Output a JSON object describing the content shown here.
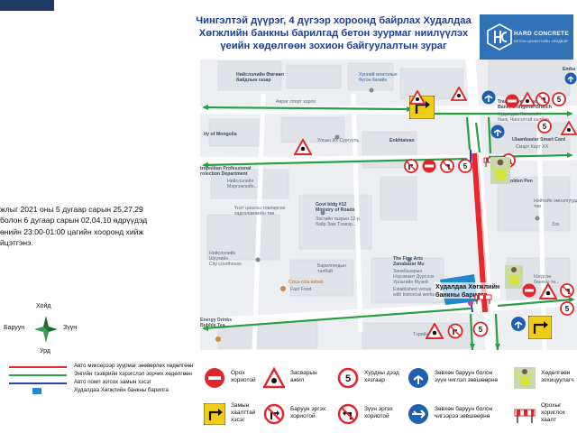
{
  "header": {
    "line1": "Чингэлтэй дүүрэг, 4 дүгээр хороонд байрлах Худалдаа",
    "line2": "Хөгжлийн банкны барилгад бетон зуурмаг ниилүүлэх",
    "line3": "үеийн хөдөлгөөн зохион байгуулалтын зураг"
  },
  "logo": {
    "name": "HARD CONCRETE",
    "tagline": "БЕТОН ЦЕМЕНТИЙН ҮЙЛДВЭР"
  },
  "info": {
    "lines": [
      "жлыг 2021 оны 5 дугаар сарын 25,27,29",
      "болон 6 дугаар сарын 02,04,10 өдрүүдэд",
      "өнийн 23:00-01:00 цагийн хооронд хийж",
      "йцэтгэнэ."
    ]
  },
  "map": {
    "labels": {
      "neislel_bair": "Нийслэлийн Өмгөөл\nбайдлын газар",
      "avrazh": "Авраг спорт хороо",
      "khunnu": "Хүнний монголын\nбүтэн багийн",
      "trade_dev": "Trade Development\nBank, Chingeltei Branch",
      "trade_dev_mn": "Худалдаа Хөгжлийн\nбанк, Чингэлтэй салбар",
      "embassy": "Emba",
      "univ_mongolia": "ity of Mongolia",
      "univ_mn": "Улсын Их Сургууль",
      "enkhtaivan": "Enkhtaivan",
      "ub_smart": "Ulaanbaatar Smart Card",
      "ub_smart_mn": "Смарт Карт ХХ",
      "metro_prof": "tropolitan Professional\nrotection Department",
      "metro_prof_mn": "Нийслэлийн\nМэргэжлийн...",
      "golden_pen": "Golden Pen",
      "tsaasny": "Үнэт цаасны төвлөрсөн\nхадгаламжийн төв",
      "govt12": "Govt bldg #12\nMinistry of Roads",
      "govt12_mn": "Засгийн газрын 12-р\nбайр Зам Тээвэр...",
      "court": "Нийслэлийн\nШүүхийн\nCity courthouse",
      "coca": "Coca-cola kebab",
      "fastfood": "Fast Food",
      "baril_talbai": "Барилгачдын\nталбай",
      "fine_arts": "The Fine Arts\nZanabazar Mu",
      "fine_arts_mn": "Занабазарын\nНэрэмжит Дүрслэх\nУрлагийн Музей",
      "fine_arts_note": "Established venue\nwith historical works",
      "energy": "Energy Drinks\nBubble Tea",
      "tereg": "Тэрийн Банк",
      "negdsen": "Нэгдсэн\nбанкны тө...",
      "neighborhood": "Нийтийн эмнэлгүүдийн\nтөв",
      "zaaz": "Зээ"
    },
    "site_label": "Худалдаа Хөгжлийн\nбанкны барилга"
  },
  "compass": {
    "north": "Хойд",
    "west": "Баруун",
    "east": "Зүүн",
    "south": "Урд"
  },
  "legend": {
    "lines": [
      {
        "label": "Авто миксерээр зуурмаг зөөвөрлөх хөдөлгөөн",
        "color": "#e8262e"
      },
      {
        "label": "Энгийн тээврийн хэрэгслэл зорчих хөдөлгөөн",
        "color": "#27a043"
      },
      {
        "label": "Авто помп зогсох замын хэсэг",
        "color": "#2b3fa8"
      },
      {
        "label": "Худалдаа Хөгжлийн банкны барилга",
        "color": "#1e88d0"
      }
    ],
    "signs": [
      {
        "icon": "no-entry-icon",
        "label": "Орох\nхориотой"
      },
      {
        "icon": "roadworks-icon",
        "label": "Засварын\nажил"
      },
      {
        "icon": "speed-limit-icon",
        "label": "Хурдны дээд\nхязгаар",
        "value": "5"
      },
      {
        "icon": "keep-right-left-icon",
        "label": "Зөвхөн баруун болон\nзүүн чиглэл зөвшөөрнө"
      },
      {
        "icon": "traffic-officer-icon",
        "label": "Хөдөлгөөн\nзохицуулагч"
      },
      {
        "icon": "detour-icon",
        "label": "Замын\nхаалттай\nхэсэг"
      },
      {
        "icon": "no-right-turn-icon",
        "label": "Баруун эргэх\nхориотой"
      },
      {
        "icon": "no-left-turn-icon",
        "label": "Зүүн эргэх\nхориотой"
      },
      {
        "icon": "straight-right-icon",
        "label": "Зөвхөн баруун болон\nчигээрээ зөвшөөрнө"
      },
      {
        "icon": "barrier-icon",
        "label": "Орохыг\nхориглох\nхаалт"
      }
    ]
  },
  "colors": {
    "title": "#1c3f9a",
    "mixer_route": "#e8262e",
    "normal_route": "#27a043",
    "pump_zone": "#2b3fa8",
    "building": "#1e88d0",
    "map_bg": "#eceef1"
  }
}
